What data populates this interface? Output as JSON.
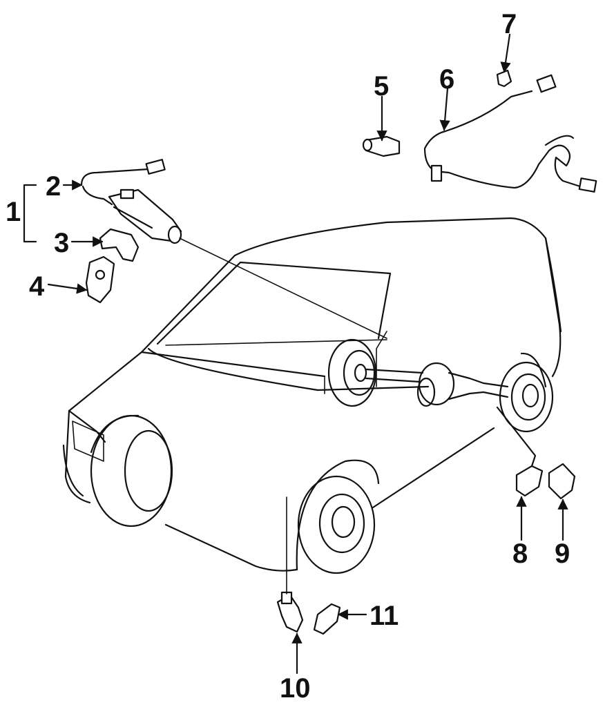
{
  "diagram": {
    "callouts": [
      {
        "id": "1",
        "label": "1"
      },
      {
        "id": "2",
        "label": "2"
      },
      {
        "id": "3",
        "label": "3"
      },
      {
        "id": "4",
        "label": "4"
      },
      {
        "id": "5",
        "label": "5"
      },
      {
        "id": "6",
        "label": "6"
      },
      {
        "id": "7",
        "label": "7"
      },
      {
        "id": "8",
        "label": "8"
      },
      {
        "id": "9",
        "label": "9"
      },
      {
        "id": "10",
        "label": "10"
      },
      {
        "id": "11",
        "label": "11"
      }
    ],
    "colors": {
      "line": "#111111",
      "background": "#ffffff"
    }
  }
}
